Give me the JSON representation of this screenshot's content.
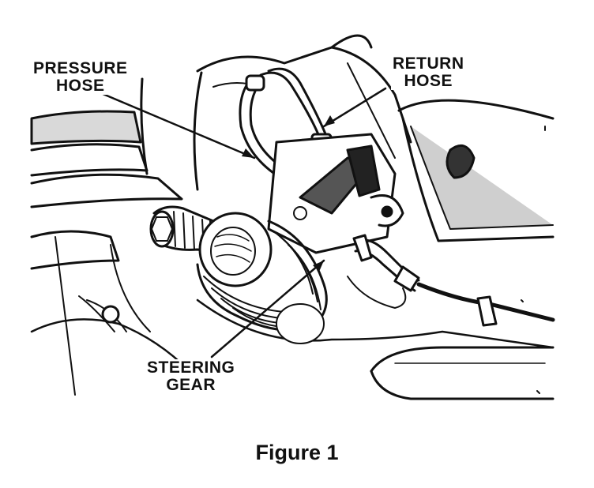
{
  "labels": {
    "pressure_hose": [
      "PRESSURE",
      "HOSE"
    ],
    "return_hose": [
      "RETURN",
      "HOSE"
    ],
    "steering_gear": [
      "STEERING",
      "GEAR"
    ]
  },
  "caption": "Figure 1"
}
